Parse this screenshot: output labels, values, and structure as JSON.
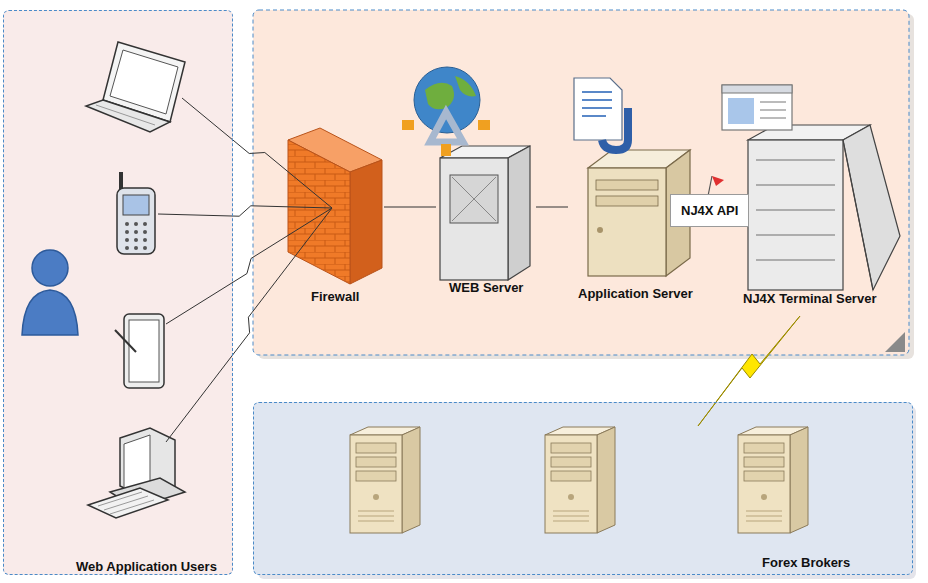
{
  "diagram": {
    "nodes": [
      {
        "text": [
          "Web Application Users"
        ]
      },
      {
        "text": [
          "Firewall"
        ]
      },
      {
        "text": [
          "WEB Server"
        ]
      },
      {
        "text": [
          "Application Server"
        ]
      },
      {
        "text": [
          "NJ4X Terminal Server"
        ]
      },
      {
        "text": [
          "Forex Brokers"
        ]
      }
    ],
    "edges": [
      {
        "from": 0,
        "to": 1,
        "arrow": "none"
      },
      {
        "from": 1,
        "to": 2,
        "arrow": "none"
      },
      {
        "from": 2,
        "to": 3,
        "arrow": "none"
      },
      {
        "from": 3,
        "to": 4,
        "label": "NJ4X API",
        "arrow": "none"
      },
      {
        "from": 4,
        "to": 5,
        "arrow": "none"
      }
    ]
  }
}
